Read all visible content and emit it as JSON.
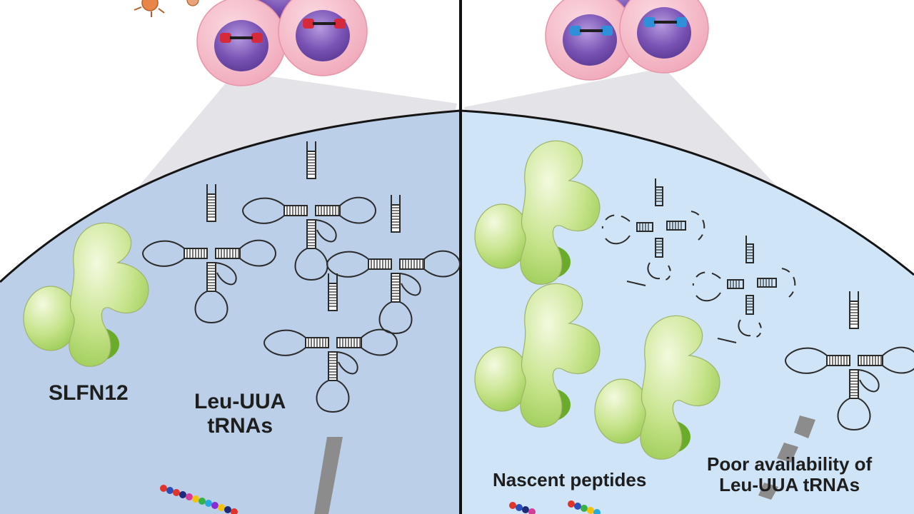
{
  "labels": {
    "slfn12": "SLFN12",
    "leu_trnas_left_line1": "Leu-UUA",
    "leu_trnas_left_line2": "tRNAs",
    "nascent_peptides": "Nascent peptides",
    "poor_availability_line1": "Poor availability of",
    "poor_availability_line2": "Leu-UUA tRNAs"
  },
  "colors": {
    "left_panel_fill": "#bccfe9",
    "right_panel_fill": "#cfe4f6",
    "zoom_wedge": "#e4e4e8",
    "cell_outer": "#f4b9c6",
    "cell_nucleus": "#7a53b4",
    "chromosome_left": "#d62a3b",
    "chromosome_right": "#2f8fd8",
    "protein_light": "#eaf6c6",
    "protein_mid": "#b9dc72",
    "protein_dark": "#6aab2a",
    "trna_stroke": "#2b2b2b",
    "divider": "#111111"
  },
  "icons": {
    "protein": "slfn12-protein",
    "trna": "trna-cloverleaf",
    "degraded_trna": "degraded-trna",
    "cell": "cell-with-nucleus",
    "peptide_chain": "nascent-peptide-beads"
  }
}
